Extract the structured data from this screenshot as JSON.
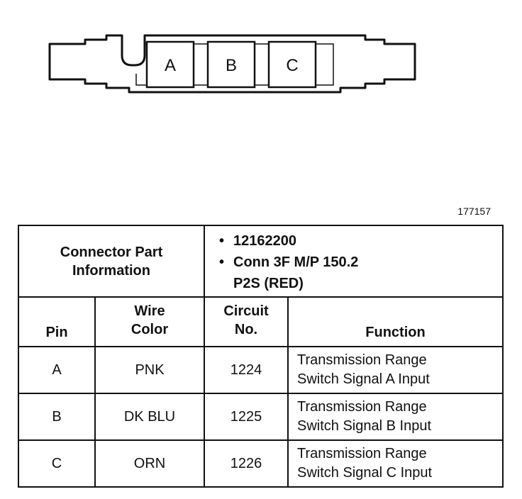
{
  "connector": {
    "pins": [
      "A",
      "B",
      "C"
    ]
  },
  "figure_number": "177157",
  "table": {
    "part_info_label": [
      "Connector Part",
      "Information"
    ],
    "part_info": {
      "part_number": "12162200",
      "description_line1": "Conn 3F M/P 150.2",
      "description_line2": "P2S (RED)"
    },
    "headers": {
      "pin": "Pin",
      "wire_color_line1": "Wire",
      "wire_color_line2": "Color",
      "circuit_line1": "Circuit",
      "circuit_line2": "No.",
      "function": "Function"
    },
    "rows": [
      {
        "pin": "A",
        "wire_color": "PNK",
        "circuit": "1224",
        "function_line1": "Transmission Range",
        "function_line2": "Switch Signal A Input"
      },
      {
        "pin": "B",
        "wire_color": "DK BLU",
        "circuit": "1225",
        "function_line1": "Transmission Range",
        "function_line2": "Switch Signal B Input"
      },
      {
        "pin": "C",
        "wire_color": "ORN",
        "circuit": "1226",
        "function_line1": "Transmission Range",
        "function_line2": "Switch Signal C Input"
      }
    ]
  }
}
